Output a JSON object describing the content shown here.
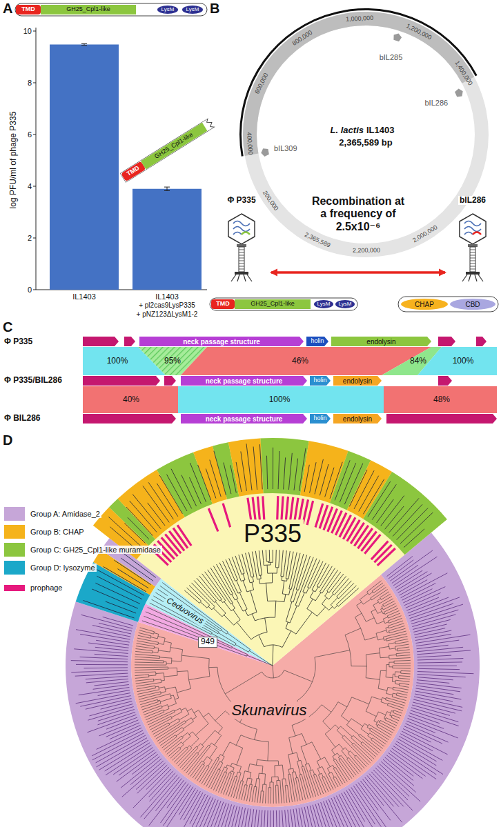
{
  "diagram": {
    "nodes": [
      {
        "text": [
          "TMD"
        ]
      },
      {
        "text": [
          "GH25_Cpl1-like"
        ]
      },
      {
        "text": [
          "LysM"
        ]
      },
      {
        "text": [
          "LysM"
        ]
      },
      {
        "text": [
          "TMD"
        ]
      },
      {
        "text": [
          "GH25_Cpl1-like"
        ]
      },
      {
        "text": [
          "Φ P335"
        ]
      },
      {
        "text": [
          "bIL286"
        ]
      },
      {
        "text": [
          "TMD"
        ]
      },
      {
        "text": [
          "GH25_Cpl1-like"
        ]
      },
      {
        "text": [
          "LysM"
        ]
      },
      {
        "text": [
          "LysM"
        ]
      },
      {
        "text": [
          "CHAP"
        ]
      },
      {
        "text": [
          "CBD"
        ]
      },
      {
        "text": [
          "neck passage structure"
        ]
      },
      {
        "text": [
          "holin"
        ]
      },
      {
        "text": [
          "endolysin"
        ]
      },
      {
        "text": [
          "neck passage structure"
        ]
      },
      {
        "text": [
          "holin"
        ]
      },
      {
        "text": [
          "endolysin"
        ]
      },
      {
        "text": [
          "neck passage structure"
        ]
      },
      {
        "text": [
          "holin"
        ]
      },
      {
        "text": [
          "endolysin"
        ]
      }
    ],
    "edges": [
      {
        "from": 6,
        "to": 7,
        "arrow": "both",
        "label": "Recombination at a frequency of 2.5x10⁻⁶"
      }
    ],
    "labels": [
      "A",
      "B",
      "C",
      "D",
      "log PFU/ml of phage P335",
      "0",
      "2",
      "4",
      "6",
      "8",
      "10",
      "IL1403",
      "IL1403",
      "+ pl2cas9LysP335",
      "+ pNZ123ΔLysM1-2",
      "L. lactis",
      "IL1403",
      "2,365,589 bp",
      "bIL285",
      "bIL286",
      "bIL309",
      "200,000",
      "400,000",
      "600,000",
      "800,000",
      "1,000,000",
      "1,200,000",
      "1,400,000",
      "2,000,000",
      "2,200,000",
      "2,365,589",
      "Φ P335",
      "Φ P335/BIL286",
      "Φ BIL286",
      "100%",
      "95%",
      "46%",
      "84%",
      "100%",
      "40%",
      "100%",
      "48%",
      "P335",
      "Ceduovirus",
      "949",
      "Skunavirus"
    ],
    "legend": [
      {
        "text": "Group A: Amidase_2",
        "color": "#c6a6d8"
      },
      {
        "text": "Group B: CHAP",
        "color": "#f5b31b"
      },
      {
        "text": "Group C: GH25_Cpl1-like muramidase",
        "color": "#8cc63f"
      },
      {
        "text": "Group D: lysozyme",
        "color": "#1ba8c9"
      },
      {
        "text": "prophage",
        "color": "#e6197d"
      }
    ]
  }
}
